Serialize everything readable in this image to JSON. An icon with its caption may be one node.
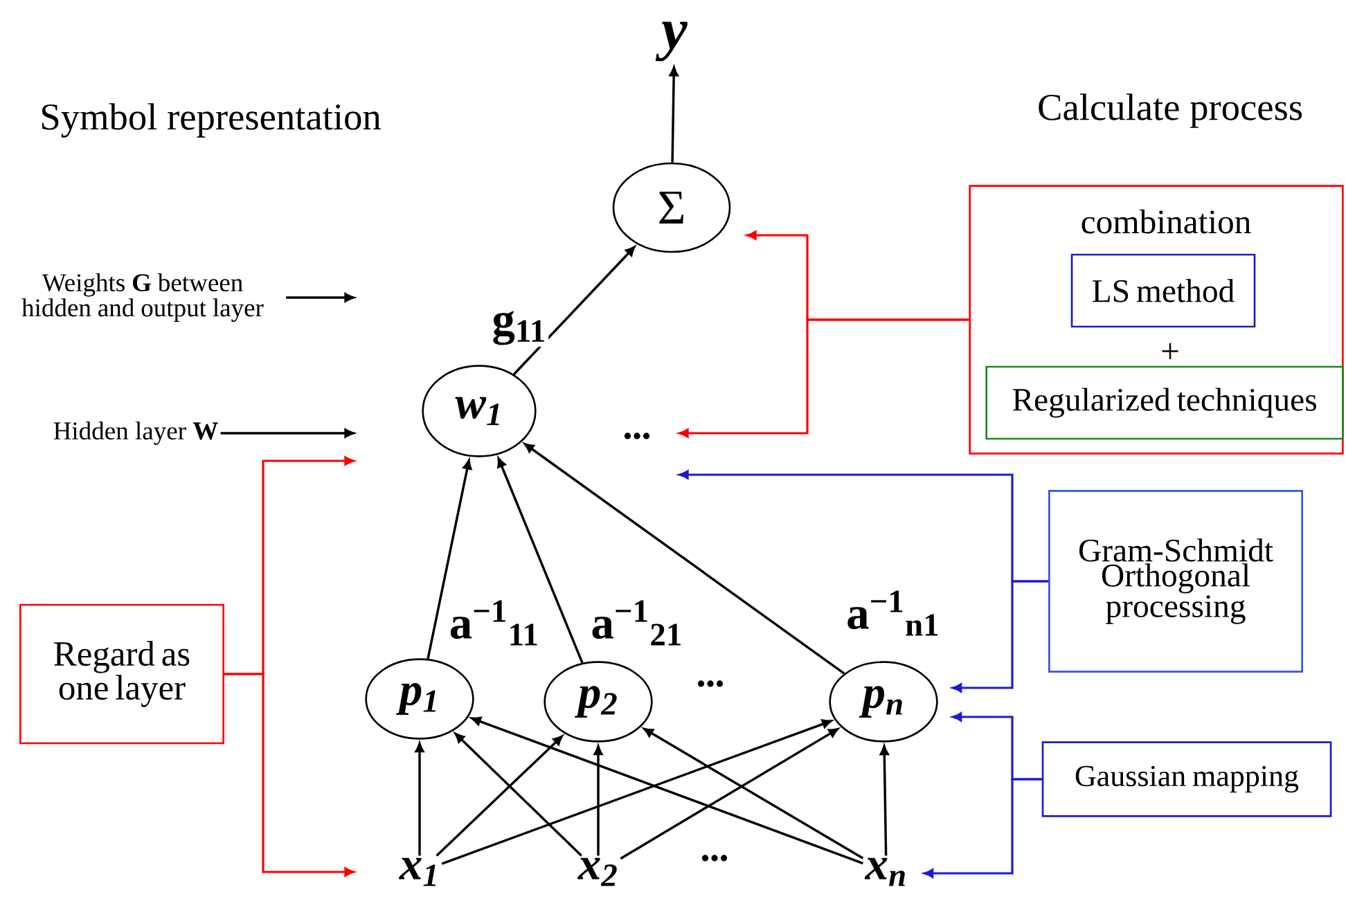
{
  "diagram": {
    "nodes": [
      {
        "text": [
          "y"
        ]
      },
      {
        "text": [
          "Σ"
        ]
      },
      {
        "text": [
          "w$_{1}$"
        ]
      },
      {
        "text": [
          "p$_{1}$"
        ]
      },
      {
        "text": [
          "p$_{2}$"
        ]
      },
      {
        "text": [
          "p$_{n}$"
        ]
      },
      {
        "text": [
          "x$_{1}$"
        ]
      },
      {
        "text": [
          "x$_{2}$"
        ]
      },
      {
        "text": [
          "x$_{n}$"
        ]
      },
      {
        "text": [
          "Weights **G** between hidden and output layer"
        ]
      },
      {
        "text": [
          "Hidden layer **W**"
        ]
      },
      {
        "text": [
          "Regard as one layer"
        ]
      },
      {
        "text": [
          "combination",
          "+"
        ]
      },
      {
        "text": [
          "LS method"
        ],
        "in": 12
      },
      {
        "text": [
          "Regularized techniques"
        ],
        "in": 12
      },
      {
        "text": [
          "Gram-Schmidt Orthogonal processing"
        ]
      },
      {
        "text": [
          "Gaussian mapping"
        ]
      }
    ],
    "edges": [
      {
        "from": 1,
        "to": 0,
        "arrow": "to"
      },
      {
        "from": 2,
        "to": 1,
        "arrow": "to",
        "label": "g$_{11}$"
      },
      {
        "from": 3,
        "to": 2,
        "arrow": "to",
        "label": "a$^{−1}$$_{11}$"
      },
      {
        "from": 4,
        "to": 2,
        "arrow": "to",
        "label": "a$^{−1}$$_{21}$"
      },
      {
        "from": 5,
        "to": 2,
        "arrow": "to",
        "label": "a$^{−1}$$_{n1}$"
      },
      {
        "from": 6,
        "to": 3,
        "arrow": "to"
      },
      {
        "from": 6,
        "to": 4,
        "arrow": "to"
      },
      {
        "from": 6,
        "to": 5,
        "arrow": "to"
      },
      {
        "from": 7,
        "to": 3,
        "arrow": "to"
      },
      {
        "from": 7,
        "to": 4,
        "arrow": "to"
      },
      {
        "from": 7,
        "to": 5,
        "arrow": "to"
      },
      {
        "from": 8,
        "to": 3,
        "arrow": "to"
      },
      {
        "from": 8,
        "to": 4,
        "arrow": "to"
      },
      {
        "from": 8,
        "to": 5,
        "arrow": "to"
      },
      {
        "from": 9,
        "to": null,
        "arrow": "to"
      },
      {
        "from": 10,
        "to": null,
        "arrow": "to"
      },
      {
        "from": 11,
        "to": null,
        "arrow": "to",
        "color": "#ff0000"
      },
      {
        "from": 11,
        "to": null,
        "arrow": "to",
        "color": "#ff0000"
      },
      {
        "from": 12,
        "to": null,
        "arrow": "to",
        "color": "#ff0000"
      },
      {
        "from": 12,
        "to": null,
        "arrow": "to",
        "color": "#ff0000"
      },
      {
        "from": 15,
        "to": null,
        "arrow": "to",
        "color": "#1a1ad6"
      },
      {
        "from": 15,
        "to": 5,
        "arrow": "to",
        "color": "#1a1ad6"
      },
      {
        "from": 16,
        "to": 5,
        "arrow": "to",
        "color": "#1a1ad6"
      },
      {
        "from": 16,
        "to": 8,
        "arrow": "to",
        "color": "#1a1ad6"
      }
    ],
    "labels": [
      "Symbol representation",
      "Calculate process",
      "•••",
      "•••",
      "•••"
    ]
  }
}
